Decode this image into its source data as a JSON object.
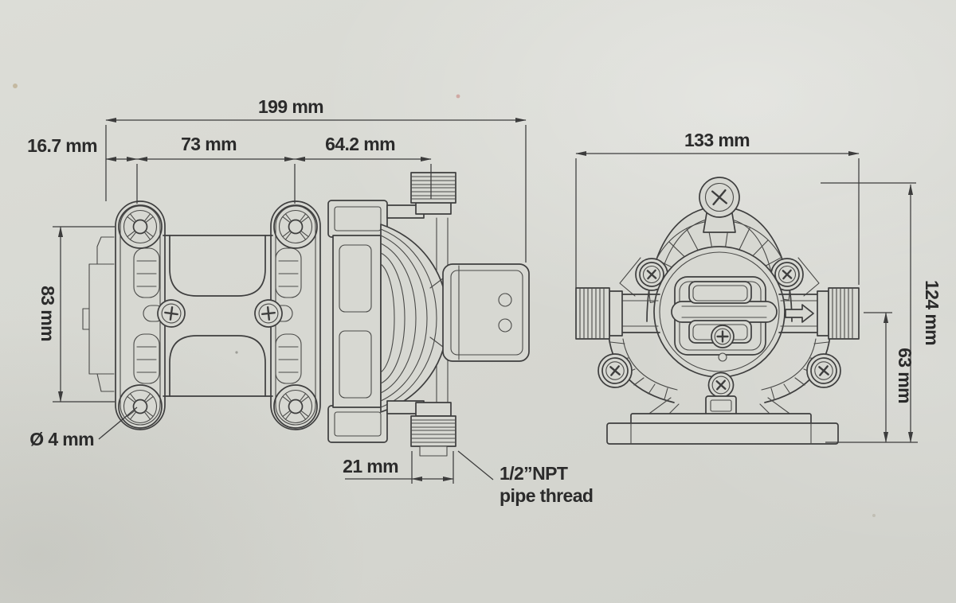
{
  "paper": {
    "background": "#d7d8d2",
    "line_color": "#3e3e3e",
    "text_color": "#2b2b2b"
  },
  "side_view": {
    "overall_length": "199 mm",
    "port_offset": "16.7 mm",
    "mount_hole_spacing_long": "73 mm",
    "head_length": "64.2 mm",
    "mount_hole_spacing_cross": "83 mm",
    "mount_hole_diameter": "Ø 4 mm",
    "thread_outer_diameter": "21 mm",
    "port_note_line1": "1/2”NPT",
    "port_note_line2": "pipe thread"
  },
  "front_view": {
    "overall_width": "133 mm",
    "overall_height": "124 mm",
    "port_center_height": "63 mm"
  }
}
